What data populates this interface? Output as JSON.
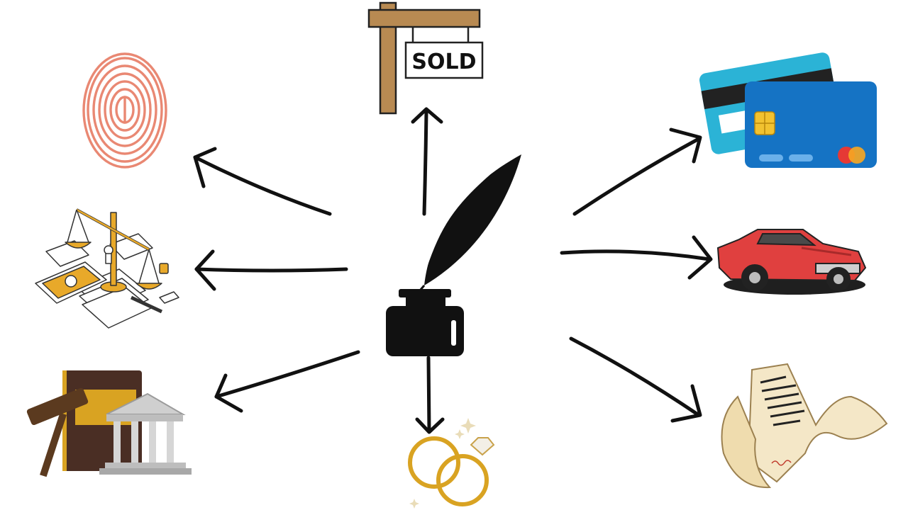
{
  "diagram": {
    "center": {
      "icon": "quill-and-inkwell-icon"
    },
    "outcomes": [
      {
        "id": "fingerprint",
        "icon": "fingerprint-icon"
      },
      {
        "id": "legal-scales",
        "icon": "scales-of-justice-icon"
      },
      {
        "id": "courthouse",
        "icon": "courthouse-gavel-icon"
      },
      {
        "id": "sold-sign",
        "icon": "sold-sign-icon",
        "label": "SOLD"
      },
      {
        "id": "wedding-rings",
        "icon": "wedding-rings-icon"
      },
      {
        "id": "credit-cards",
        "icon": "credit-card-icon"
      },
      {
        "id": "car",
        "icon": "car-icon"
      },
      {
        "id": "contract",
        "icon": "scroll-contract-icon"
      }
    ],
    "colors": {
      "ink": "#111111",
      "fingerprint": "#e98873",
      "gold": "#d9a322",
      "wood": "#b88a52",
      "card_teal": "#2bb3d6",
      "card_blue": "#1573c4",
      "car_red": "#e0403f",
      "book": "#4a2e24",
      "scroll": "#f4e7c7"
    }
  }
}
